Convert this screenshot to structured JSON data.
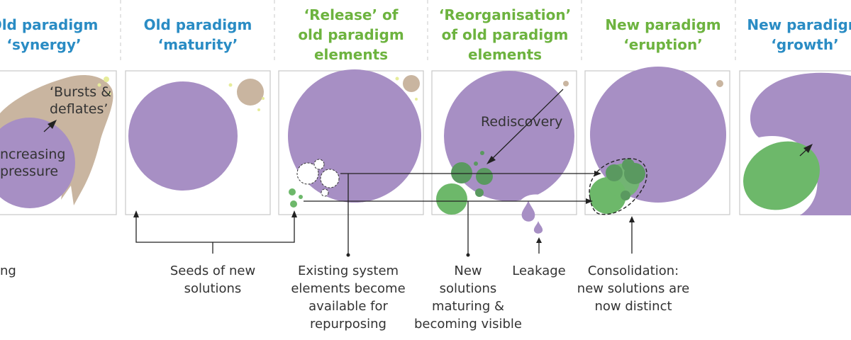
{
  "stages": [
    {
      "line1": "Old paradigm",
      "line2": "‘synergy’",
      "line3": "",
      "color": "#2a8cc4"
    },
    {
      "line1": "Old paradigm",
      "line2": "‘maturity’",
      "line3": "",
      "color": "#2a8cc4"
    },
    {
      "line1": "‘Release’ of",
      "line2": "old paradigm",
      "line3": "elements",
      "color": "#6db33f"
    },
    {
      "line1": "‘Reorganisation’",
      "line2": "of old paradigm",
      "line3": "elements",
      "color": "#6db33f"
    },
    {
      "line1": "New paradigm",
      "line2": "‘eruption’",
      "line3": "",
      "color": "#6db33f"
    },
    {
      "line1": "New paradigm",
      "line2": "‘growth’",
      "line3": "",
      "color": "#2a8cc4"
    }
  ],
  "inner_labels": {
    "bursts1": "‘Bursts &",
    "bursts2": "deflates’",
    "increasing": "ncreasing",
    "pressure": "pressure",
    "rediscovery": "Rediscovery"
  },
  "annotations": {
    "left_partial": "ng",
    "seeds1": "Seeds of new",
    "seeds2": "solutions",
    "existing1": "Existing system",
    "existing2": "elements become",
    "existing3": "available for",
    "existing4": "repurposing",
    "new1": "New",
    "new2": "solutions",
    "new3": "maturing &",
    "new4": "becoming visible",
    "leakage": "Leakage",
    "consol1": "Consolidation:",
    "consol2": "new solutions are",
    "consol3": "now distinct"
  },
  "colors": {
    "purple": "#a78fc4",
    "tan": "#c9b5a0",
    "green": "#6db86a",
    "dark_green": "#4f8a55",
    "yellow_dot": "#e6ec9a",
    "title_blue": "#2a8cc4",
    "title_green": "#6db33f"
  }
}
